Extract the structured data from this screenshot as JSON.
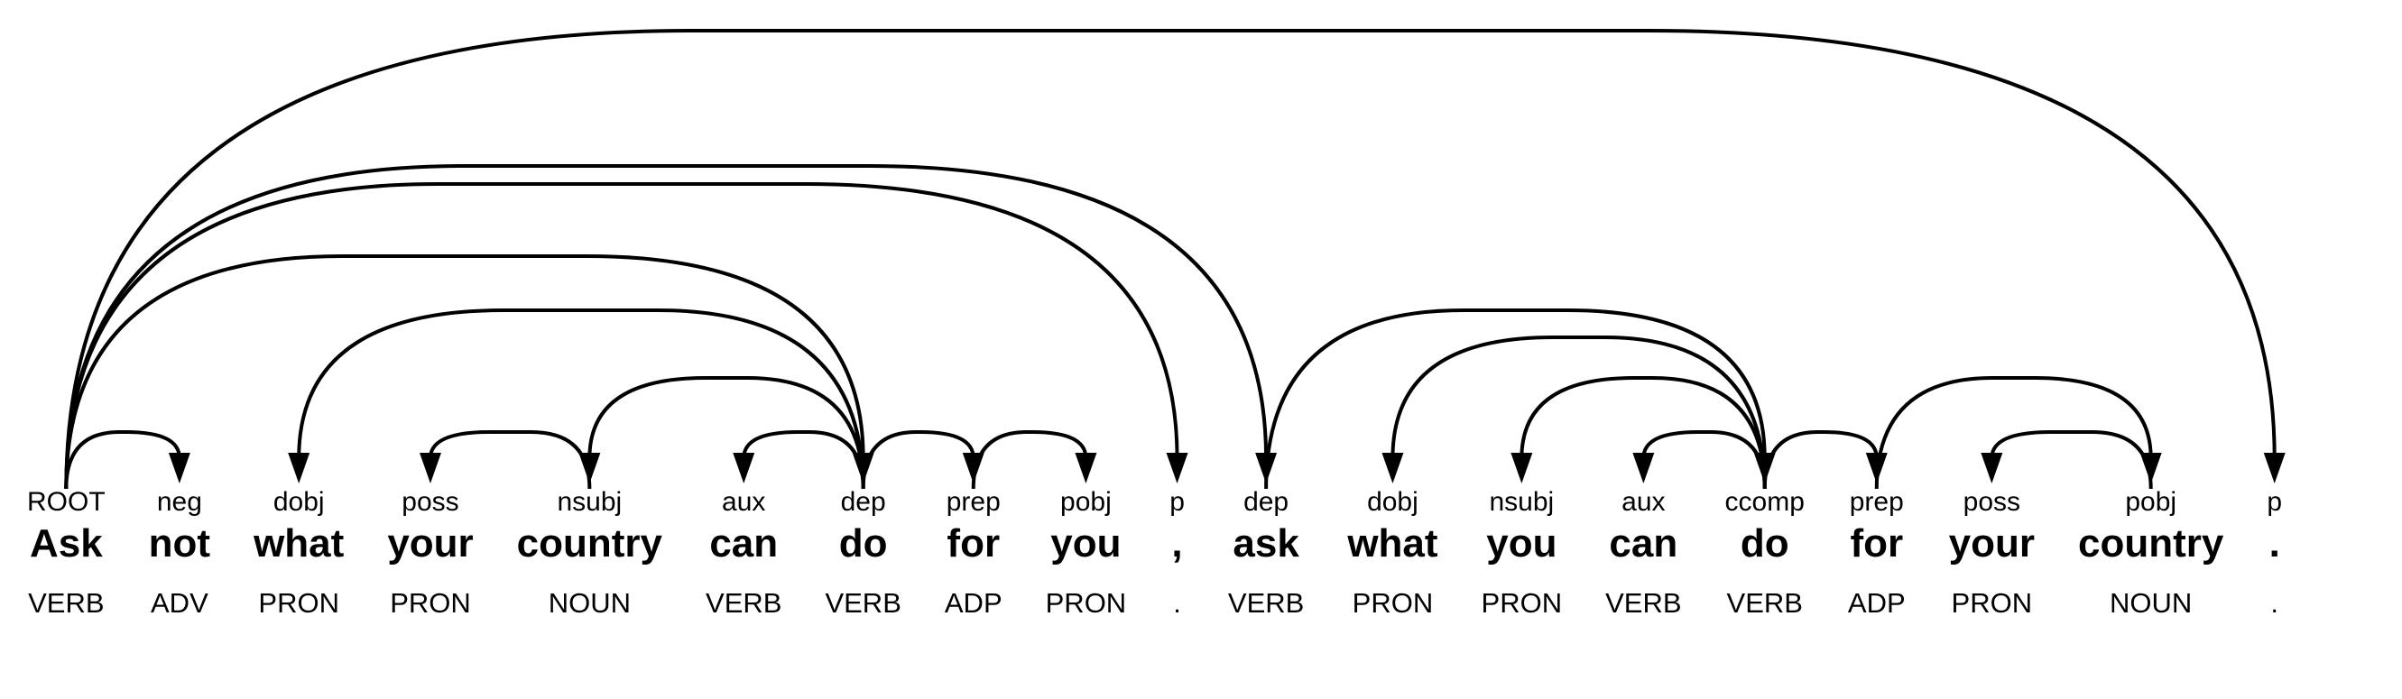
{
  "diagram": {
    "type": "dependency-parse",
    "sentence": "Ask not what your country can do for you , ask what you can do for your country .",
    "ink": "#000000",
    "background": "#ffffff",
    "tokens": [
      {
        "text": "Ask",
        "dep": "ROOT",
        "pos": "VERB"
      },
      {
        "text": "not",
        "dep": "neg",
        "pos": "ADV"
      },
      {
        "text": "what",
        "dep": "dobj",
        "pos": "PRON"
      },
      {
        "text": "your",
        "dep": "poss",
        "pos": "PRON"
      },
      {
        "text": "country",
        "dep": "nsubj",
        "pos": "NOUN"
      },
      {
        "text": "can",
        "dep": "aux",
        "pos": "VERB"
      },
      {
        "text": "do",
        "dep": "dep",
        "pos": "VERB"
      },
      {
        "text": "for",
        "dep": "prep",
        "pos": "ADP"
      },
      {
        "text": "you",
        "dep": "pobj",
        "pos": "PRON"
      },
      {
        "text": ",",
        "dep": "p",
        "pos": "."
      },
      {
        "text": "ask",
        "dep": "dep",
        "pos": "VERB"
      },
      {
        "text": "what",
        "dep": "dobj",
        "pos": "PRON"
      },
      {
        "text": "you",
        "dep": "nsubj",
        "pos": "PRON"
      },
      {
        "text": "can",
        "dep": "aux",
        "pos": "VERB"
      },
      {
        "text": "do",
        "dep": "ccomp",
        "pos": "VERB"
      },
      {
        "text": "for",
        "dep": "prep",
        "pos": "ADP"
      },
      {
        "text": "your",
        "dep": "poss",
        "pos": "PRON"
      },
      {
        "text": "country",
        "dep": "pobj",
        "pos": "NOUN"
      },
      {
        "text": ".",
        "dep": "p",
        "pos": "."
      }
    ],
    "arcs": [
      {
        "head": 0,
        "dependent": 1,
        "label": "neg"
      },
      {
        "head": 6,
        "dependent": 2,
        "label": "dobj"
      },
      {
        "head": 4,
        "dependent": 3,
        "label": "poss"
      },
      {
        "head": 6,
        "dependent": 4,
        "label": "nsubj"
      },
      {
        "head": 6,
        "dependent": 5,
        "label": "aux"
      },
      {
        "head": 0,
        "dependent": 6,
        "label": "dep"
      },
      {
        "head": 6,
        "dependent": 7,
        "label": "prep"
      },
      {
        "head": 7,
        "dependent": 8,
        "label": "pobj"
      },
      {
        "head": 0,
        "dependent": 9,
        "label": "p"
      },
      {
        "head": 0,
        "dependent": 10,
        "label": "dep"
      },
      {
        "head": 14,
        "dependent": 11,
        "label": "dobj"
      },
      {
        "head": 14,
        "dependent": 12,
        "label": "nsubj"
      },
      {
        "head": 14,
        "dependent": 13,
        "label": "aux"
      },
      {
        "head": 10,
        "dependent": 14,
        "label": "ccomp"
      },
      {
        "head": 14,
        "dependent": 15,
        "label": "prep"
      },
      {
        "head": 17,
        "dependent": 16,
        "label": "poss"
      },
      {
        "head": 15,
        "dependent": 17,
        "label": "pobj"
      },
      {
        "head": 0,
        "dependent": 18,
        "label": "p"
      }
    ]
  }
}
